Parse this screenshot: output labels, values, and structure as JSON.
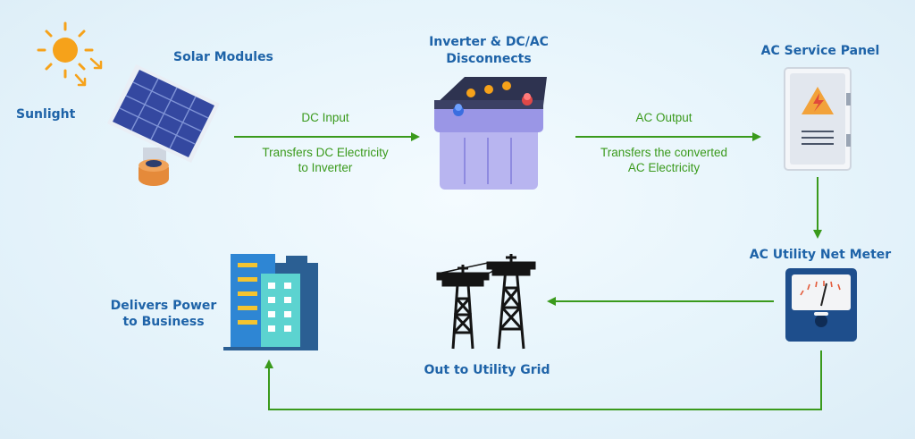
{
  "nodes": {
    "sunlight": "Sunlight",
    "solar_modules": "Solar Modules",
    "inverter_line1": "Inverter & DC/AC",
    "inverter_line2": "Disconnects",
    "service_panel": "AC Service Panel",
    "net_meter": "AC Utility Net Meter",
    "utility_grid": "Out to Utility Grid",
    "business_line1": "Delivers Power",
    "business_line2": "to Business"
  },
  "edges": {
    "dc_input": "DC Input",
    "dc_desc_line1": "Transfers DC Electricity",
    "dc_desc_line2": "to Inverter",
    "ac_output": "AC Output",
    "ac_desc_line1": "Transfers the converted",
    "ac_desc_line2": "AC Electricity"
  },
  "colors": {
    "label_blue": "#1e63a8",
    "arrow_green": "#3a9a1c",
    "background": "#e6f4fb"
  },
  "icons": [
    "sun-icon",
    "solar-panel-icon",
    "battery-inverter-icon",
    "electrical-panel-icon",
    "meter-icon",
    "transmission-tower-icon",
    "building-icon"
  ]
}
